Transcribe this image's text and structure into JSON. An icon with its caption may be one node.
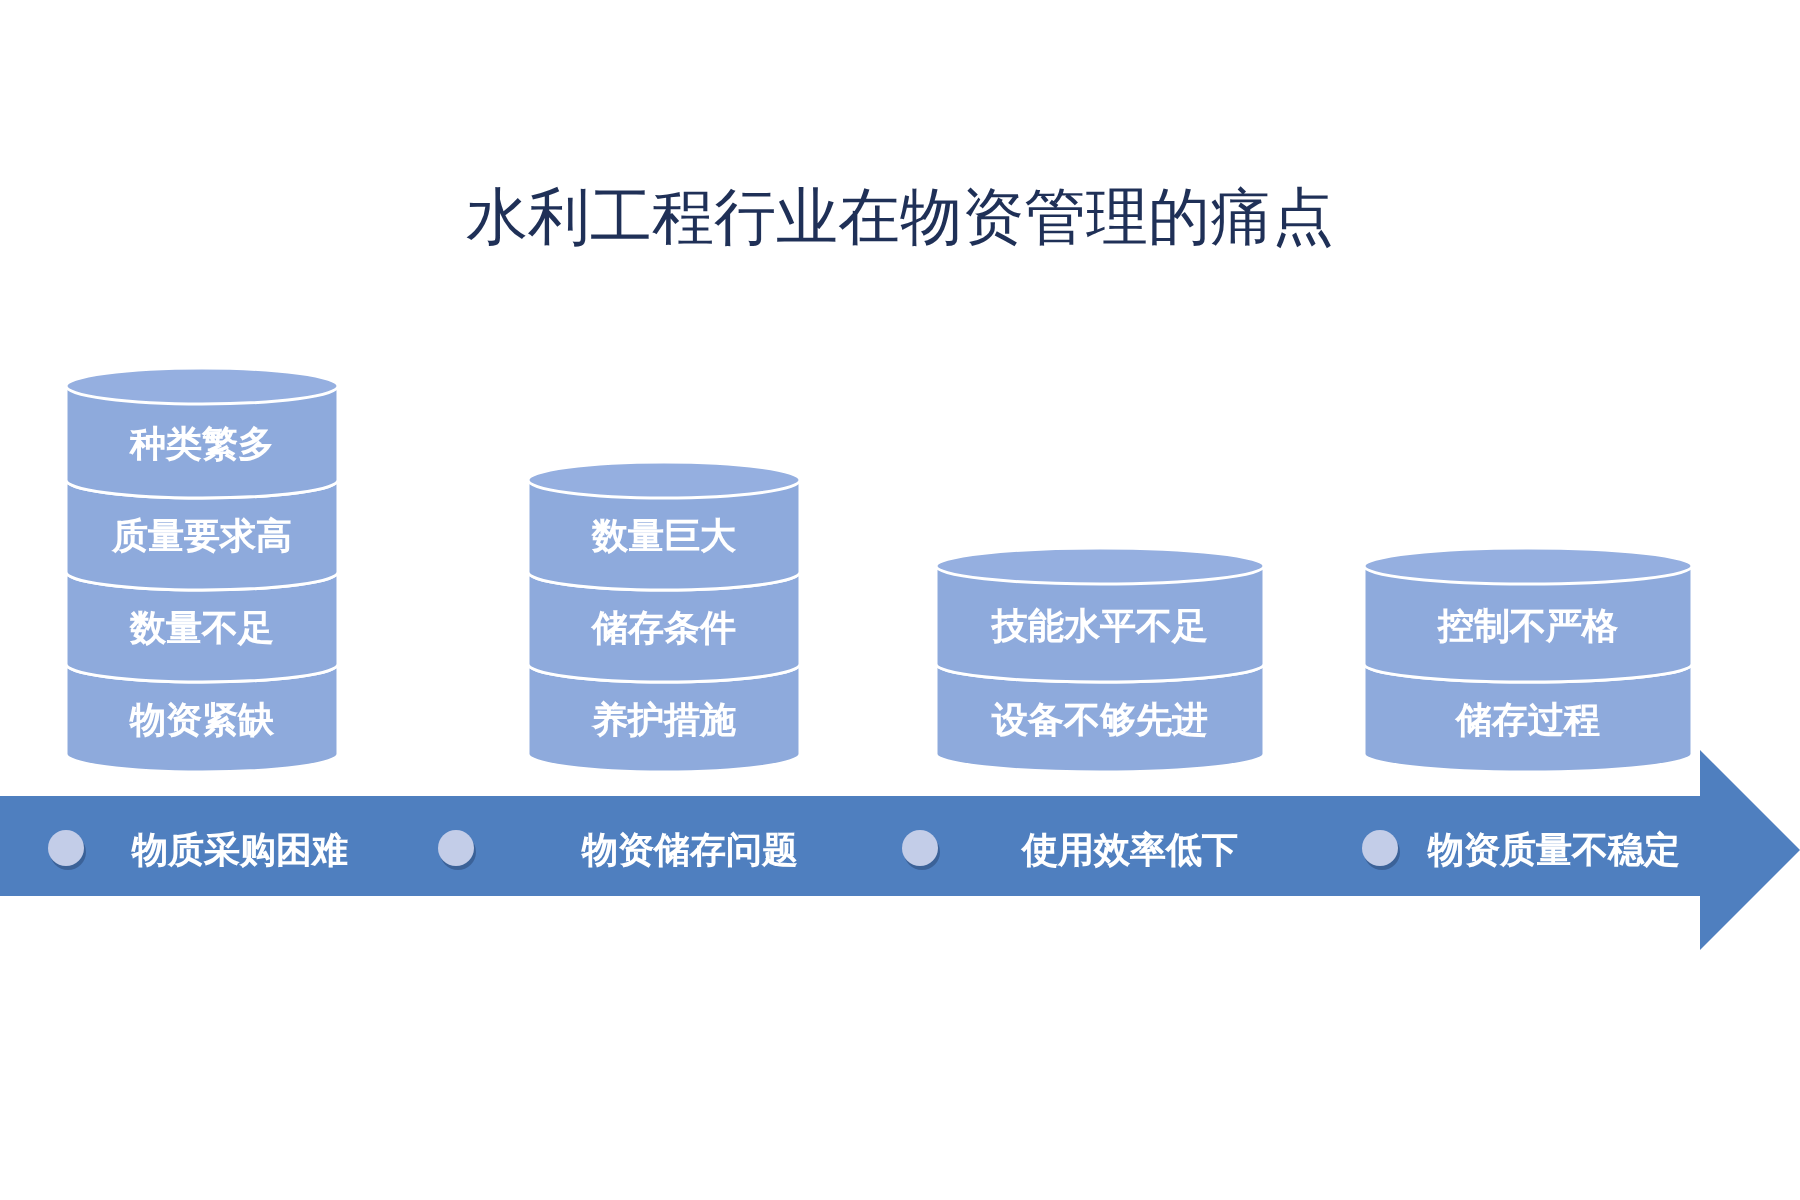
{
  "diagram": {
    "title": "水利工程行业在物资管理的痛点",
    "nodes": [
      {
        "text": [
          "种类繁多"
        ]
      },
      {
        "text": [
          "质量要求高"
        ]
      },
      {
        "text": [
          "数量不足"
        ]
      },
      {
        "text": [
          "物资紧缺"
        ]
      },
      {
        "text": [
          "数量巨大"
        ]
      },
      {
        "text": [
          "储存条件"
        ]
      },
      {
        "text": [
          "养护措施"
        ]
      },
      {
        "text": [
          "技能水平不足"
        ]
      },
      {
        "text": [
          "设备不够先进"
        ]
      },
      {
        "text": [
          "控制不严格"
        ]
      },
      {
        "text": [
          "储存过程"
        ]
      },
      {
        "text": [
          "物质采购困难",
          "物资储存问题",
          "使用效率低下",
          "物资质量不稳定"
        ]
      }
    ]
  }
}
